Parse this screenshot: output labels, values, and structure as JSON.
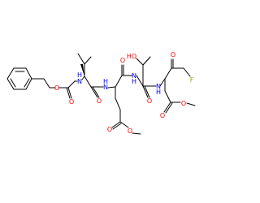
{
  "molecule": {
    "atoms": {
      "o_carbamate_ether": "O",
      "o_carbamate_carbonyl": "O",
      "n_carbamate": "N",
      "h_carbamate": "H",
      "o_ile_carbonyl": "O",
      "n_glu_amide": "N",
      "h_glu_amide": "H",
      "o_glu_carbonyl": "O",
      "o_glu_ester_carbonyl": "O",
      "o_glu_ester_ether": "O",
      "n_thr_amide": "N",
      "h_thr_amide": "H",
      "o_thr_hydroxyl": "HO",
      "o_thr_carbonyl": "O",
      "n_asp_amide": "N",
      "h_asp_amide": "H",
      "o_ketone": "O",
      "f_fluoro": "F",
      "o_asp_ester_carbonyl": "O",
      "o_asp_ester_ether": "O"
    },
    "colors": {
      "bond": "#000000",
      "oxygen": "#ff0000",
      "nitrogen": "#0000ff",
      "fluorine": "#8db000"
    }
  }
}
